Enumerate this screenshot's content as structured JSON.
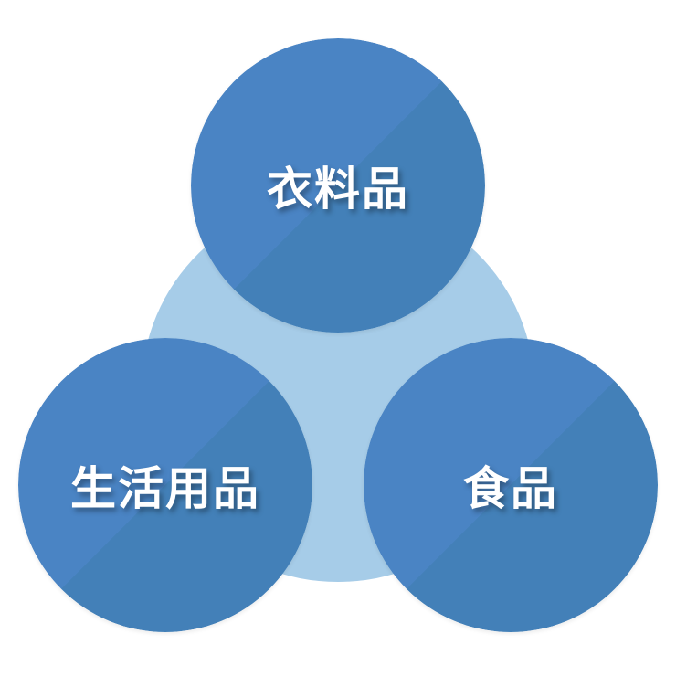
{
  "diagram": {
    "center_color": "#a6cce8",
    "node_color": "#4a84c4",
    "nodes": [
      {
        "id": "top",
        "label": "衣料品"
      },
      {
        "id": "left",
        "label": "生活用品"
      },
      {
        "id": "right",
        "label": "食品"
      }
    ]
  }
}
